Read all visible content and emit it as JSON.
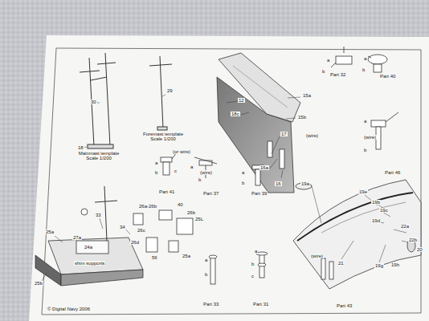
{
  "diagram": {
    "labels": [
      "30",
      "29",
      "18",
      "Mainmast template Scale 1/200",
      "Foremast template Scale 1/200",
      "(or wire)",
      "Part 41",
      "(wire)",
      "Part 37",
      "Part 39",
      "Part 32",
      "Part 40",
      "(wire)",
      "Part 46",
      "(wire)",
      "15a",
      "15b",
      "12",
      "18c",
      "17",
      "16a",
      "16",
      "19a",
      "19e",
      "19b",
      "19c",
      "19d",
      "22a",
      "22b",
      "20",
      "21",
      "19g",
      "19h",
      "(wire)",
      "Part 43",
      "Part 33",
      "Part 31",
      "25a",
      "27a",
      "24a",
      "33",
      "34",
      "26a-26b",
      "40",
      "26b",
      "25L",
      "26c",
      "26d",
      "56",
      "25b",
      "25a",
      "shim supports",
      "© Digital Navy 2006",
      "a",
      "b",
      "c",
      "a",
      "b",
      "a",
      "b",
      "a",
      "b",
      "a",
      "b",
      "c",
      "a",
      "b",
      "a",
      "b",
      "a",
      "b"
    ]
  }
}
